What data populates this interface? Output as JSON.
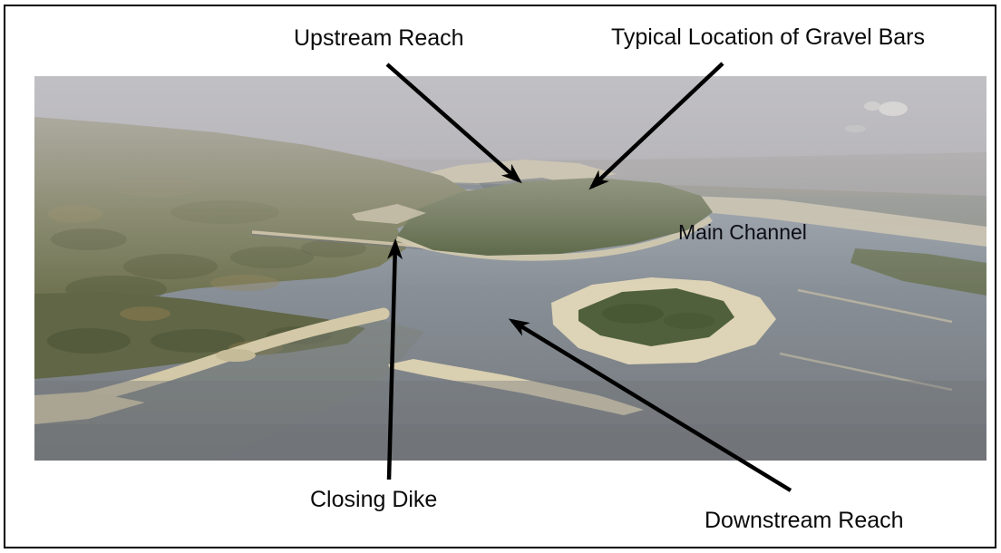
{
  "figure": {
    "title": "Annotated aerial photograph of a river side-channel chute and main channel with islands, sandbars and a closing dike",
    "labels": {
      "upstream_reach": "Upstream Reach",
      "gravel_bars": "Typical Location of Gravel Bars",
      "main_channel": "Main Channel",
      "closing_dike": "Closing Dike",
      "downstream_reach": "Downstream Reach"
    },
    "annotations": [
      {
        "label": "Upstream Reach",
        "arrow": "points down-right into upper chute entrance"
      },
      {
        "label": "Typical Location of Gravel Bars",
        "arrow": "points down-left to sandbars at head of island"
      },
      {
        "label": "Closing Dike",
        "arrow": "points up to thin dike line crossing the chute"
      },
      {
        "label": "Downstream Reach",
        "arrow": "points up-left into lower chute water"
      },
      {
        "label": "Main Channel",
        "arrow": "none (placed directly on main channel water)"
      }
    ],
    "colors": {
      "background": "#ffffff",
      "border": "#000000",
      "annotation_text": "#0a0a0a",
      "arrow": "#000000",
      "sky_haze": "#b5b4b9",
      "water_main_channel": "#8b95a0",
      "water_foreground": "#75797c",
      "forest": "#6e7351",
      "island_trees": "#52603c",
      "sand_bar": "#d6cbac"
    }
  }
}
